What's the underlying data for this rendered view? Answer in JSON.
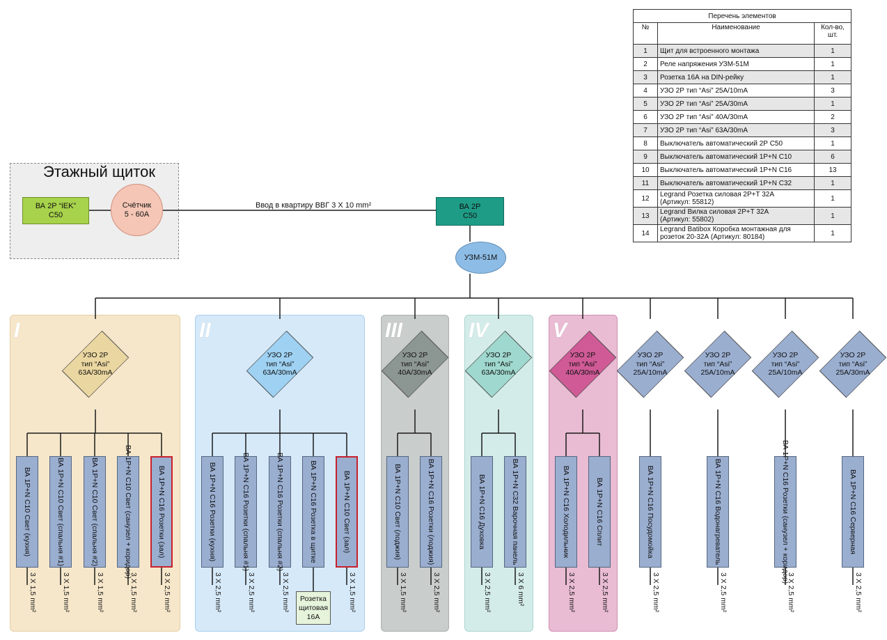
{
  "floor_panel": {
    "title": "Этажный щиток",
    "breaker": "ВА 2Р “iEK”\nC50",
    "meter": "Счётчик\n5 - 60А"
  },
  "input_line": "Ввод в квартиру ВВГ 3 Х 10 mm²",
  "main_breaker": "ВА 2Р\nС50",
  "relay": "УЗМ-51М",
  "colors": {
    "group_I_bg": "#f6e7cb",
    "group_II_bg": "#d6e9f8",
    "group_III_bg": "#c9cdcc",
    "group_IV_bg": "#d4ece9",
    "group_V_bg": "#e9bcd3",
    "breaker": "#9aaed0",
    "floor_breaker": "#a7d24b",
    "meter": "#f5c6b6",
    "main_breaker": "#1e9c86",
    "relay": "#8dbde6"
  },
  "rcds": [
    {
      "group": "I",
      "label": "УЗО 2Р\nтип “Asi”\n63A/30mA",
      "color": "#ead6a0"
    },
    {
      "group": "II",
      "label": "УЗО 2Р\nтип “Asi”\n63A/30mA",
      "color": "#9ed1f2"
    },
    {
      "group": "III",
      "label": "УЗО 2Р\nтип “Asi”\n40A/30mA",
      "color": "#8c9693"
    },
    {
      "group": "IV",
      "label": "УЗО 2Р\nтип “Asi”\n63A/30mA",
      "color": "#9fd8ce"
    },
    {
      "group": "V",
      "label": "УЗО 2Р\nтип “Asi”\n40A/30mA",
      "color": "#cf5a96"
    },
    {
      "group": "",
      "label": "УЗО 2Р\nтип “Asi”\n25A/10mA",
      "color": "#9aaed0"
    },
    {
      "group": "",
      "label": "УЗО 2Р\nтип “Asi”\n25A/10mA",
      "color": "#9aaed0"
    },
    {
      "group": "",
      "label": "УЗО 2Р\nтип “Asi”\n25A/10mA",
      "color": "#9aaed0"
    },
    {
      "group": "",
      "label": "УЗО 2Р\nтип “Asi”\n25A/30mA",
      "color": "#9aaed0"
    }
  ],
  "breakers": [
    {
      "label": "ВА 1Р+N C10\nСвет (кухня)",
      "cable": "3 Х 1,5 mm²"
    },
    {
      "label": "ВА 1Р+N C10\nСвет (спальня #1)",
      "cable": "3 Х 1,5 mm²"
    },
    {
      "label": "ВА 1Р+N C10\nСвет (спальня #2)",
      "cable": "3 Х 1,5 mm²"
    },
    {
      "label": "ВА 1Р+N C10\nСвет (санузел + коридор)",
      "cable": "3 Х 1,5 mm²"
    },
    {
      "label": "ВА 1Р+N C16\nРозетки (зал)",
      "cable": "3 Х 2,5 mm²"
    },
    {
      "label": "ВА 1Р+N C16\nРозетки (кухня)",
      "cable": "3 Х 2,5 mm²"
    },
    {
      "label": "ВА 1Р+N C16\nРозетки (спальня #1)",
      "cable": "3 Х 2,5 mm²"
    },
    {
      "label": "ВА 1Р+N C16\nРозетки (спальня #2)",
      "cable": "3 Х 2,5 mm²"
    },
    {
      "label": "ВА 1Р+N C16\nРозетка в щитке",
      "cable": ""
    },
    {
      "label": "ВА 1Р+N C10\nСвет (зал)",
      "cable": "3 Х 1,5 mm²"
    },
    {
      "label": "ВА 1Р+N C10\nСвет (лоджия)",
      "cable": "3 Х 1,5 mm²"
    },
    {
      "label": "ВА 1Р+N C16\nРозетки (лоджия)",
      "cable": "3 Х 2,5 mm²"
    },
    {
      "label": "ВА 1Р+N C16\nДуховка",
      "cable": "3 Х 2,5 mm²"
    },
    {
      "label": "ВА 1Р+N C32\nВарочная панель",
      "cable": "3 Х 6 mm²"
    },
    {
      "label": "ВА 1Р+N C16\nХолодильник",
      "cable": "3 Х 2,5 mm²"
    },
    {
      "label": "ВА 1Р+N C16\nСплит",
      "cable": "3 Х 2,5 mm²"
    },
    {
      "label": "ВА 1Р+N C16\nПосудомойка",
      "cable": "3 Х 2,5 mm²"
    },
    {
      "label": "ВА 1Р+N C16\nВодонагреватель",
      "cable": "3 Х 2,5 mm²"
    },
    {
      "label": "ВА 1Р+N C16\nРозетки (санузел + коридор)",
      "cable": "3 Х 2,5 mm²"
    },
    {
      "label": "ВА 1Р+N C16\nСерверная",
      "cable": "3 Х 2,5 mm²"
    }
  ],
  "panel_socket": "Розетка\nщитовая\n16А",
  "table": {
    "title": "Перечень элементов",
    "headers": [
      "№",
      "Наименование",
      "Кол-во,\nшт."
    ],
    "rows": [
      [
        "1",
        "Щит для встроенного монтажа",
        "1"
      ],
      [
        "2",
        "Реле напряжения УЗМ-51М",
        "1"
      ],
      [
        "3",
        "Розетка 16А на DIN-рейку",
        "1"
      ],
      [
        "4",
        "УЗО 2Р тип “Asi” 25A/10mA",
        "3"
      ],
      [
        "5",
        "УЗО 2Р тип “Asi” 25A/30mA",
        "1"
      ],
      [
        "6",
        "УЗО 2Р тип “Asi” 40A/30mA",
        "2"
      ],
      [
        "7",
        "УЗО 2Р тип “Asi” 63A/30mA",
        "3"
      ],
      [
        "8",
        "Выключатель автоматический 2Р С50",
        "1"
      ],
      [
        "9",
        "Выключатель автоматический 1Р+N С10",
        "6"
      ],
      [
        "10",
        "Выключатель автоматический 1Р+N С16",
        "13"
      ],
      [
        "11",
        "Выключатель автоматический 1Р+N С32",
        "1"
      ],
      [
        "12",
        "Legrand Розетка силовая 2P+T 32A\n(Артикул: 55812)",
        "1"
      ],
      [
        "13",
        "Legrand Вилка силовая 2P+T 32A\n(Артикул: 55802)",
        "1"
      ],
      [
        "14",
        "Legrand Batibox  Коробка монтажная для\nрозеток 20-32А (Артикул: 80184)",
        "1"
      ]
    ]
  }
}
